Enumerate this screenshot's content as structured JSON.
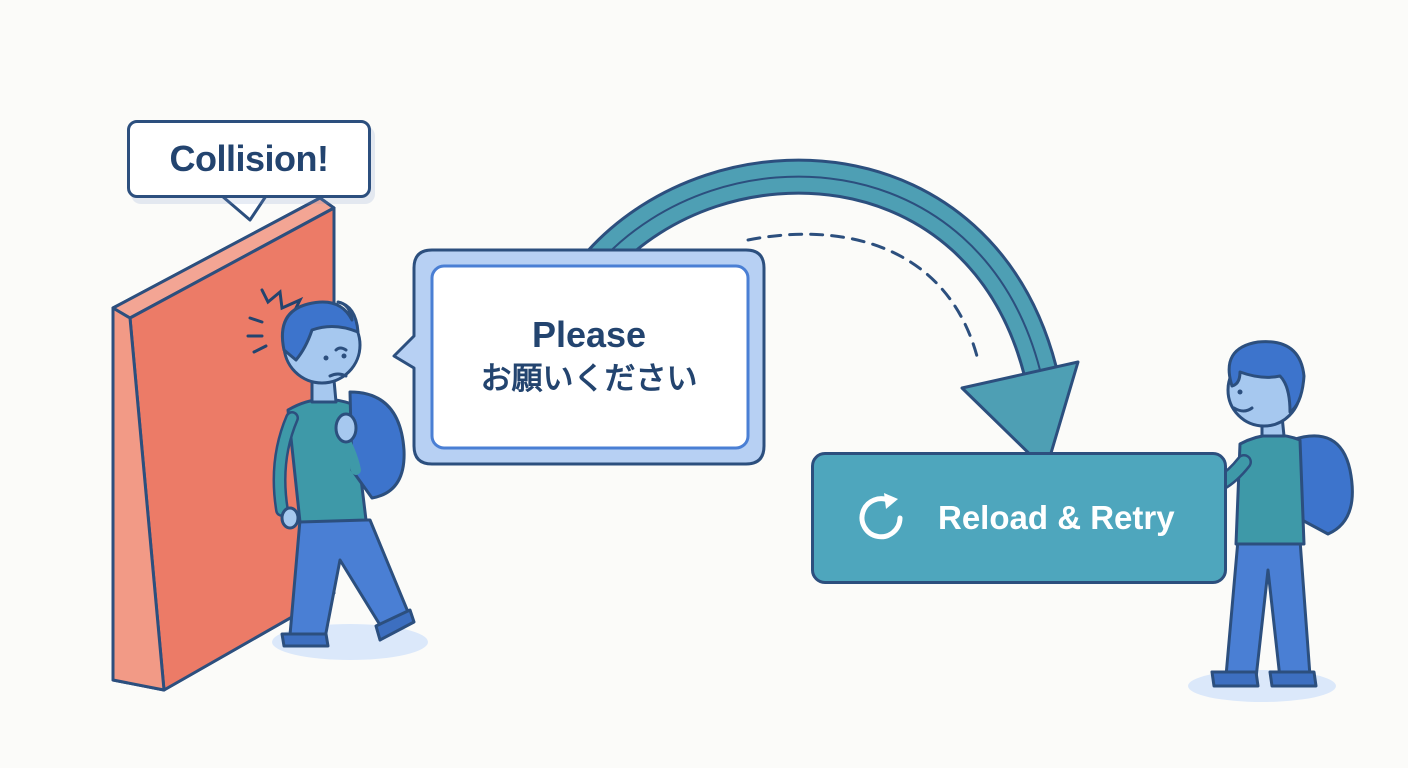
{
  "collision_callout": {
    "text": "Collision!"
  },
  "request_bubble": {
    "line1": "Please",
    "line2": "お願いください"
  },
  "retry_button": {
    "label": "Reload & Retry",
    "icon": "reload-icon"
  },
  "colors": {
    "outline": "#2c4f7e",
    "wall": "#ec7b67",
    "button": "#4ea6bd",
    "arrow": "#4e9fb4",
    "shirt": "#3e99a8",
    "pants": "#4a7fd4",
    "hair": "#3d74cc",
    "skin": "#a6c8ef"
  }
}
